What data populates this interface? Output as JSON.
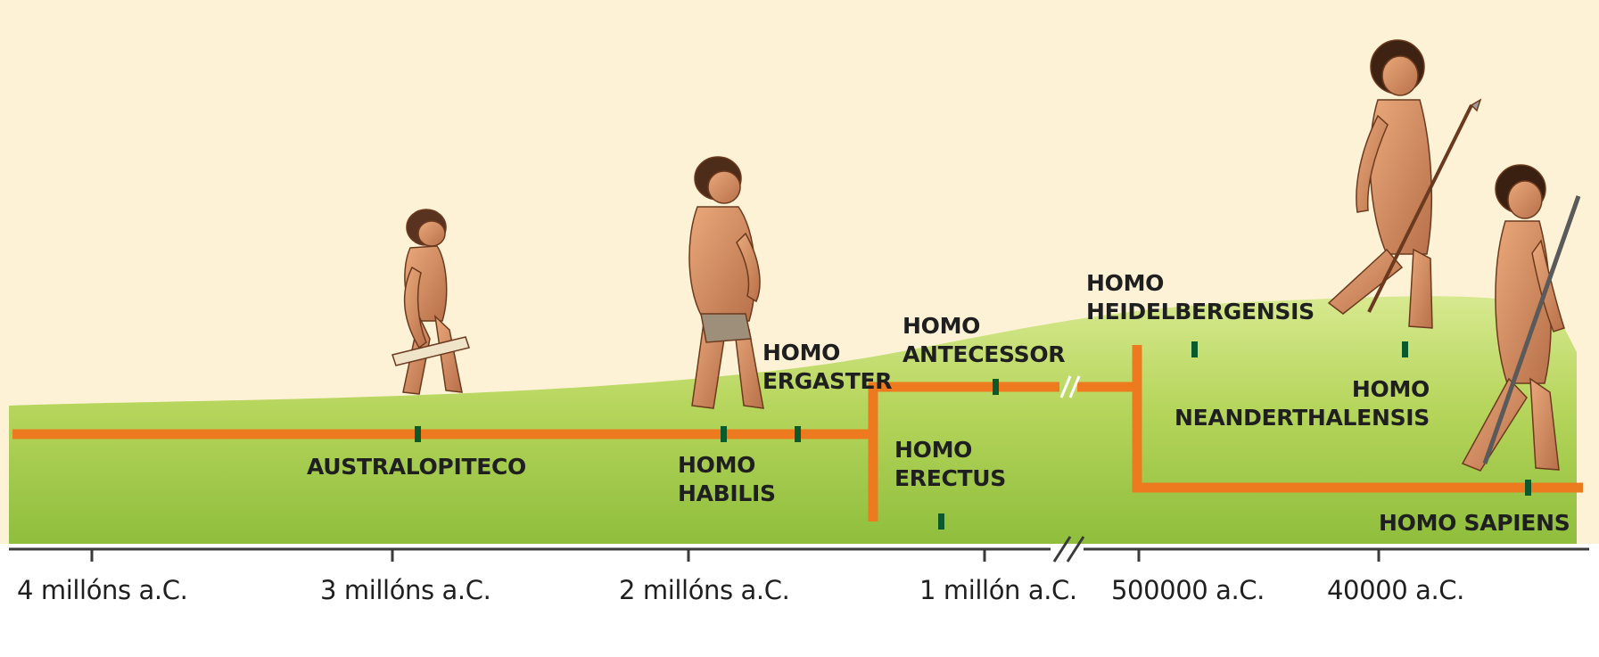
{
  "colors": {
    "background": "#fdf2d6",
    "ground_light": "#d9e88a",
    "ground_dark": "#8dbe3a",
    "lineage_line": "#ee7a1f",
    "marker": "#0a5a2c",
    "axis": "#3a3a3a",
    "text": "#1f1f1f"
  },
  "axis": {
    "ticks": [
      {
        "label": "4 millóns a.C."
      },
      {
        "label": "3 millóns a.C."
      },
      {
        "label": "2 millóns a.C."
      },
      {
        "label": "1 millón a.C."
      },
      {
        "label": "500000 a.C."
      },
      {
        "label": "40000 a.C."
      }
    ]
  },
  "species": {
    "australopiteco": {
      "lines": [
        "AUSTRALOPITECO"
      ]
    },
    "habilis": {
      "lines": [
        "HOMO",
        "HABILIS"
      ]
    },
    "ergaster": {
      "lines": [
        "HOMO",
        "ERGASTER"
      ]
    },
    "erectus": {
      "lines": [
        "HOMO",
        "ERECTUS"
      ]
    },
    "antecessor": {
      "lines": [
        "HOMO",
        "ANTECESSOR"
      ]
    },
    "heidelbergensis": {
      "lines": [
        "HOMO",
        "HEIDELBERGENSIS"
      ]
    },
    "neanderthalensis": {
      "lines": [
        "HOMO",
        "NEANDERTHALENSIS"
      ]
    },
    "sapiens": {
      "lines": [
        "HOMO SAPIENS"
      ]
    }
  },
  "figures": [
    {
      "name": "australopithecus-figure",
      "icon": "hominid-figure"
    },
    {
      "name": "homo-habilis-figure",
      "icon": "hominid-figure"
    },
    {
      "name": "homo-neanderthalensis-figure",
      "icon": "hominid-figure"
    },
    {
      "name": "homo-sapiens-figure",
      "icon": "hominid-figure"
    }
  ]
}
